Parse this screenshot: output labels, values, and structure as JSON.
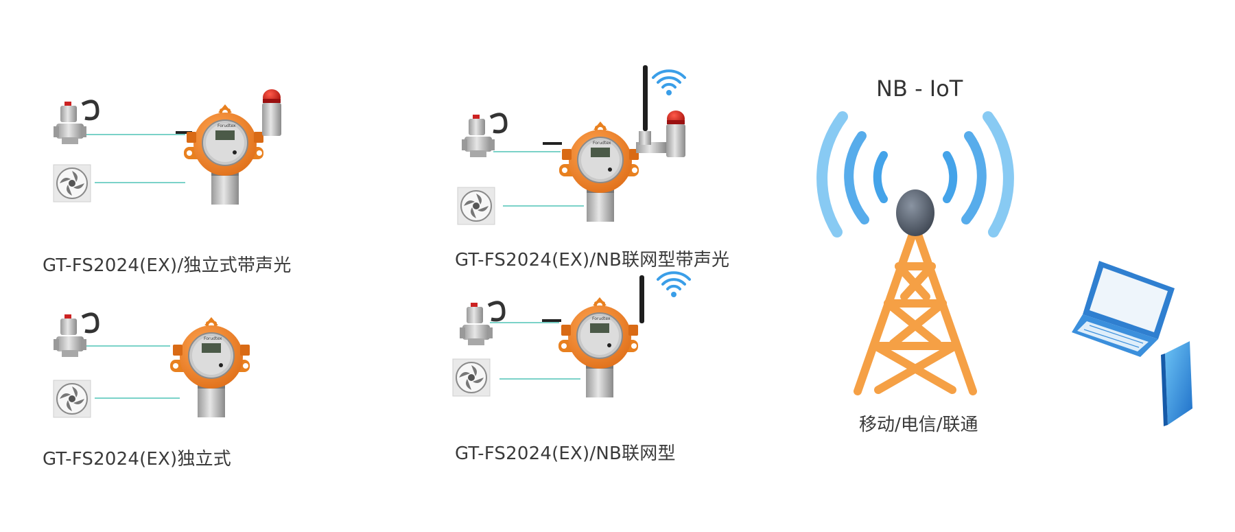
{
  "colors": {
    "detector_orange": "#f28c28",
    "connector_line": "#4fc3b5",
    "wifi_blue": "#3a9ee8",
    "tower_orange": "#f5a045",
    "tower_head": "#5a6472",
    "device_blue": "#3b8fdc",
    "alarm_red": "#d9221c"
  },
  "products": [
    {
      "id": "standalone-with-alarm",
      "caption": "GT-FS2024(EX)/独立式带声光"
    },
    {
      "id": "standalone",
      "caption": "GT-FS2024(EX)独立式"
    },
    {
      "id": "nb-with-alarm",
      "caption": "GT-FS2024(EX)/NB联网型带声光"
    },
    {
      "id": "nb",
      "caption": "GT-FS2024(EX)/NB联网型"
    }
  ],
  "network": {
    "title": "NB - IoT",
    "carriers": "移动/电信/联通"
  },
  "icons": {
    "valve": "solenoid-valve-icon",
    "fan": "exhaust-fan-icon",
    "alarm": "sound-light-alarm-icon",
    "detector": "gas-detector-icon",
    "wifi": "wifi-signal-icon",
    "tower": "signal-tower-icon",
    "laptop": "laptop-icon",
    "phone": "smartphone-icon"
  }
}
